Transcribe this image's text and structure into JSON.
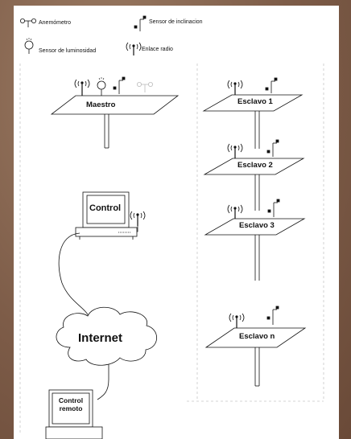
{
  "legend": {
    "anemometer": "Anemómetro",
    "tilt_sensor": "Sensor de inclinacion",
    "light_sensor": "Sensor de luminosidad",
    "radio_link": "Enlace radio"
  },
  "nodes": {
    "master": "Maestro",
    "slave1": "Esclavo 1",
    "slave2": "Esclavo 2",
    "slave3": "Esclavo 3",
    "slaven": "Esclavo n",
    "control": "Control",
    "internet": "Internet",
    "remote_line1": "Control",
    "remote_line2": "remoto"
  },
  "colors": {
    "ink": "#111111",
    "paper": "#ffffff",
    "frame": "#7d5c48",
    "dashed": "#c8c8c8"
  }
}
